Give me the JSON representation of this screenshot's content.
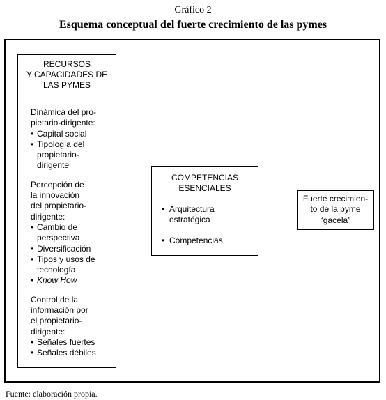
{
  "figure": {
    "number": "Gráfico 2",
    "title": "Esquema conceptual del fuerte crecimiento de las pymes",
    "source": "Fuente: elaboración propia."
  },
  "recursos": {
    "header_lines": [
      "RECURSOS",
      "Y CAPACIDADES DE",
      "LAS PYMES"
    ],
    "group1": {
      "heading_lines": [
        "Dinámica del pro-",
        "pietario-dirigente:"
      ],
      "items": [
        [
          "Capital social"
        ],
        [
          "Tipología del",
          "propietario-",
          "dirigente"
        ]
      ]
    },
    "group2": {
      "heading_lines": [
        "Percepción de",
        "la innovación",
        "del propietario-",
        "dirigente:"
      ],
      "items": [
        [
          "Cambio de",
          "perspectiva"
        ],
        [
          "Diversificación"
        ],
        [
          "Tipos y usos de",
          "tecnología"
        ],
        [
          "Know How"
        ]
      ]
    },
    "group3": {
      "heading_lines": [
        "Control de la",
        "información por",
        "el propietario-",
        "dirigente:"
      ],
      "items": [
        [
          "Señales fuertes"
        ],
        [
          "Señales débiles"
        ]
      ]
    }
  },
  "competencias": {
    "title_lines": [
      "COMPETENCIAS",
      "ESENCIALES"
    ],
    "items": [
      [
        "Arquitectura",
        "estratégica"
      ],
      [
        "Competencias"
      ]
    ]
  },
  "resultado": {
    "lines": [
      "Fuerte crecimien-",
      "to de la pyme",
      "“gacela”"
    ]
  }
}
